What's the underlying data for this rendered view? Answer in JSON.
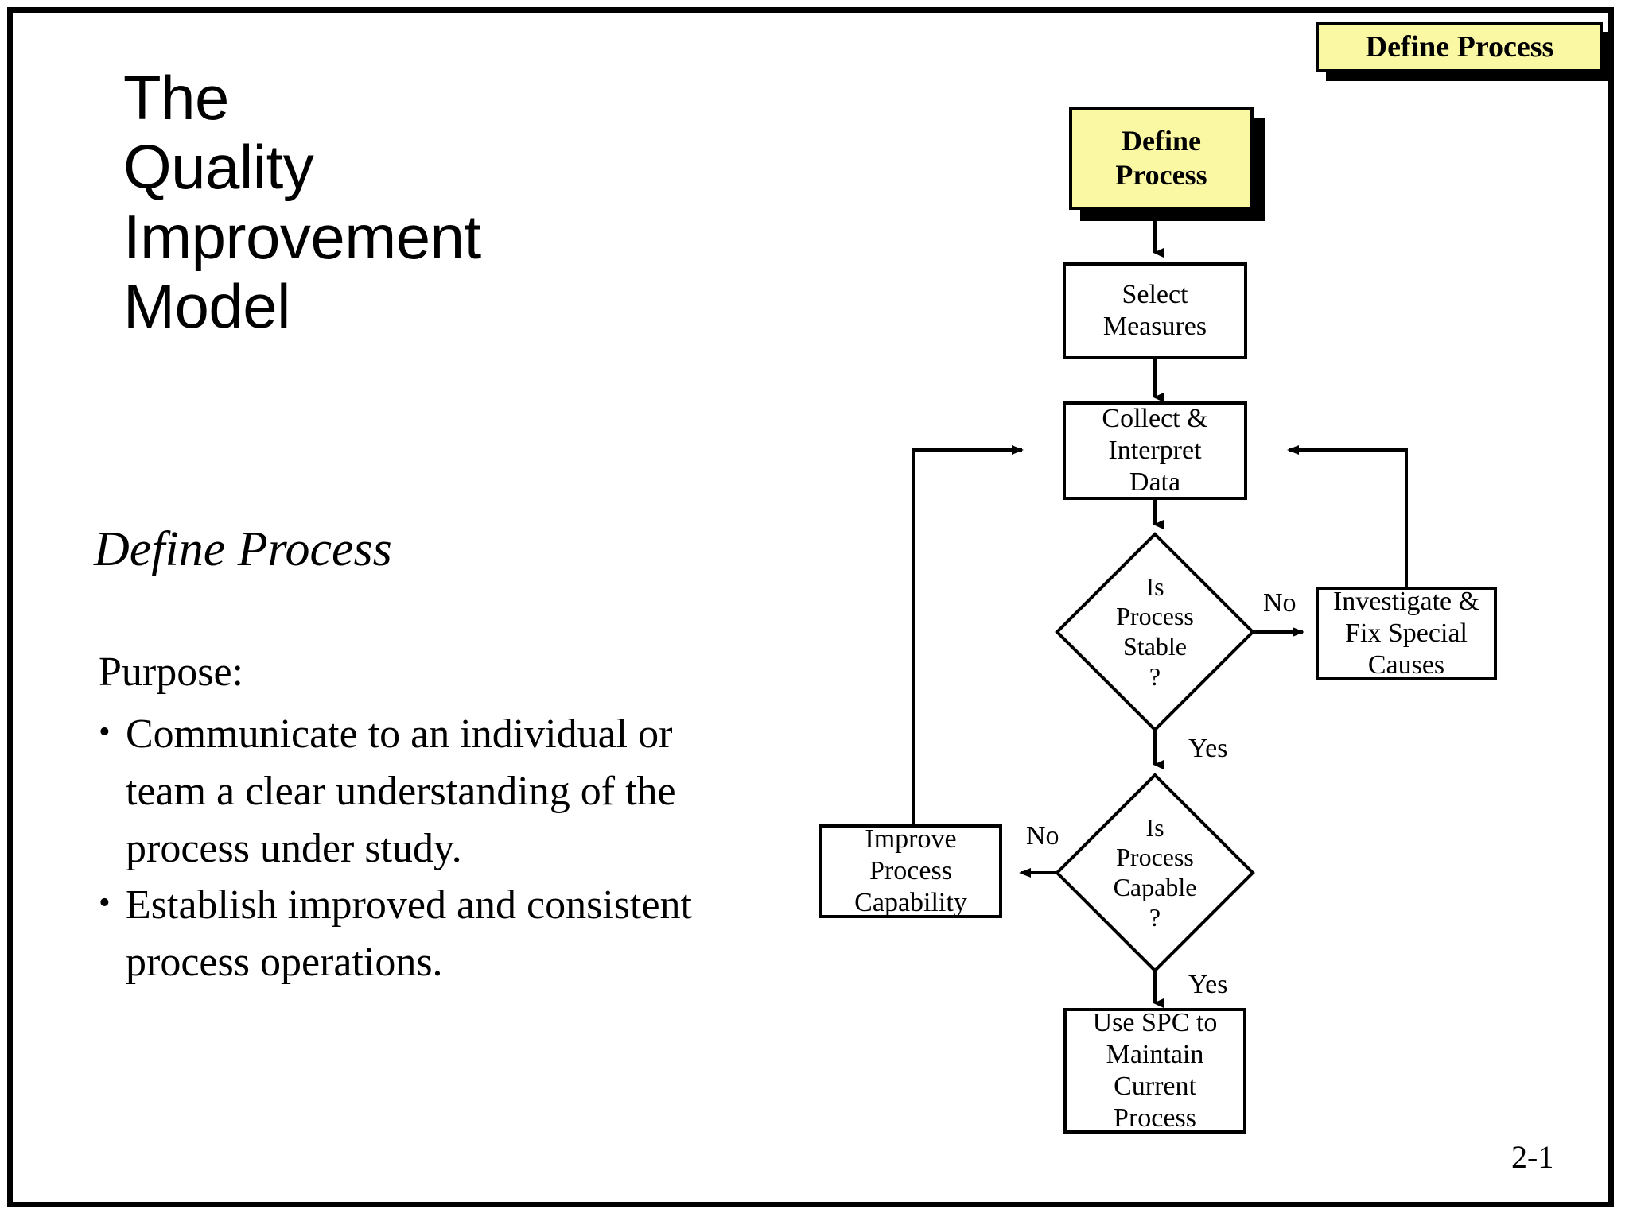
{
  "slide": {
    "header_badge": "Define Process",
    "title_lines": [
      "The",
      "Quality",
      "Improvement",
      "Model"
    ],
    "subtitle": "Define Process",
    "purpose_heading": "Purpose:",
    "bullets": [
      "Communicate to an individual or team a clear understanding of the process under study.",
      "Establish improved and consistent process operations."
    ],
    "bullet_marker": "•",
    "page_number": "2-1",
    "accent_color": "#faf8a3",
    "line_color": "#000000"
  },
  "flowchart": {
    "type": "flowchart",
    "nodes": [
      {
        "id": "define-process",
        "shape": "process-highlight",
        "label": "Define\nProcess",
        "label_line1": "Define",
        "label_line2": "Process"
      },
      {
        "id": "select-measures",
        "shape": "process",
        "label": "Select\nMeasures",
        "label_line1": "Select",
        "label_line2": "Measures"
      },
      {
        "id": "collect-interpret-data",
        "shape": "process",
        "label": "Collect &\nInterpret\nData",
        "label_line1": "Collect &",
        "label_line2": "Interpret",
        "label_line3": "Data"
      },
      {
        "id": "is-process-stable",
        "shape": "decision",
        "label": "Is\nProcess\nStable\n?",
        "label_line1": "Is",
        "label_line2": "Process",
        "label_line3": "Stable",
        "label_line4": "?"
      },
      {
        "id": "investigate-fix-special-causes",
        "shape": "process",
        "label": "Investigate &\nFix Special\nCauses",
        "label_line1": "Investigate &",
        "label_line2": "Fix Special",
        "label_line3": "Causes"
      },
      {
        "id": "is-process-capable",
        "shape": "decision",
        "label": "Is\nProcess\nCapable\n?",
        "label_line1": "Is",
        "label_line2": "Process",
        "label_line3": "Capable",
        "label_line4": "?"
      },
      {
        "id": "improve-process-capability",
        "shape": "process",
        "label": "Improve\nProcess\nCapability",
        "label_line1": "Improve",
        "label_line2": "Process",
        "label_line3": "Capability"
      },
      {
        "id": "use-spc-maintain",
        "shape": "process",
        "label": "Use SPC to\nMaintain\nCurrent\nProcess",
        "label_line1": "Use SPC to",
        "label_line2": "Maintain",
        "label_line3": "Current",
        "label_line4": "Process"
      }
    ],
    "edges": [
      {
        "from": "define-process",
        "to": "select-measures",
        "label": ""
      },
      {
        "from": "select-measures",
        "to": "collect-interpret-data",
        "label": ""
      },
      {
        "from": "collect-interpret-data",
        "to": "is-process-stable",
        "label": ""
      },
      {
        "from": "is-process-stable",
        "to": "investigate-fix-special-causes",
        "label": "No"
      },
      {
        "from": "investigate-fix-special-causes",
        "to": "collect-interpret-data",
        "label": ""
      },
      {
        "from": "is-process-stable",
        "to": "is-process-capable",
        "label": "Yes"
      },
      {
        "from": "is-process-capable",
        "to": "improve-process-capability",
        "label": "No"
      },
      {
        "from": "improve-process-capability",
        "to": "collect-interpret-data",
        "label": ""
      },
      {
        "from": "is-process-capable",
        "to": "use-spc-maintain",
        "label": "Yes"
      }
    ],
    "edge_labels": {
      "stable_no": "No",
      "stable_yes": "Yes",
      "capable_no": "No",
      "capable_yes": "Yes"
    }
  }
}
